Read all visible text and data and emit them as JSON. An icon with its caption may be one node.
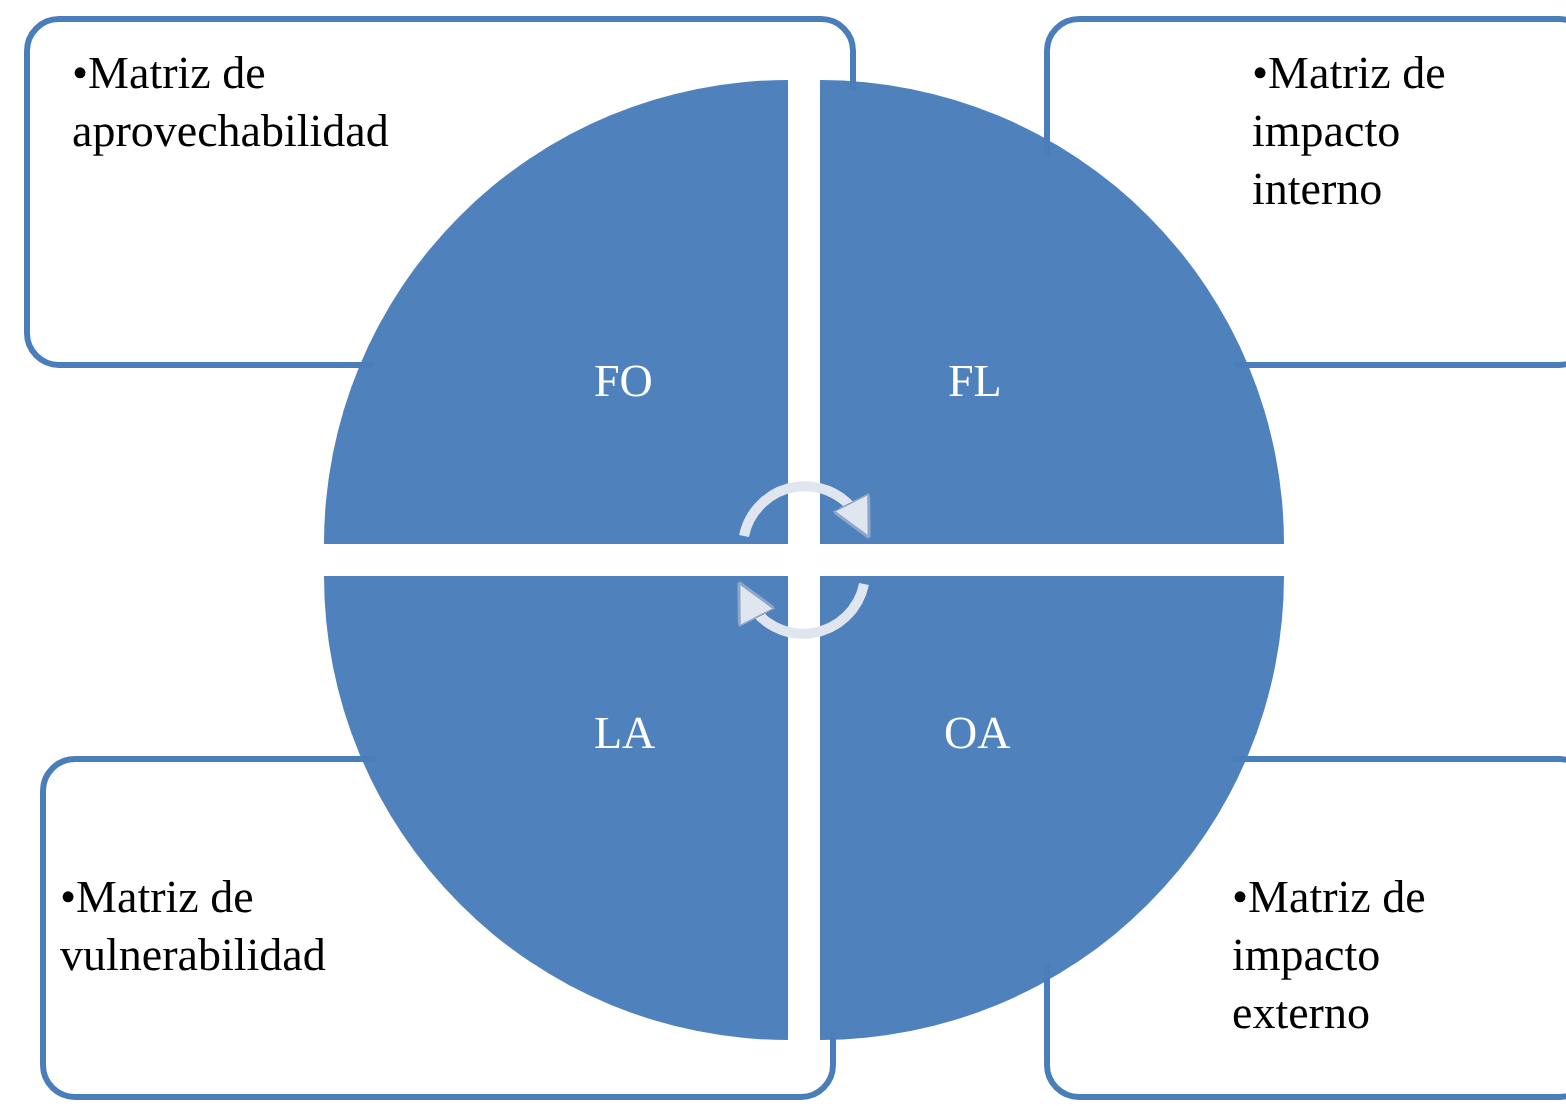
{
  "diagram": {
    "nodes": [
      {
        "text": [
          "•Matriz de aprovechabilidad"
        ]
      },
      {
        "text": [
          "•Matriz de impacto interno"
        ]
      },
      {
        "text": [
          "FO"
        ]
      },
      {
        "text": [
          "FL"
        ]
      },
      {
        "text": [
          "LA"
        ]
      },
      {
        "text": [
          "OA"
        ]
      },
      {
        "text": [
          "•Matriz de vulnerabilidad"
        ]
      },
      {
        "text": [
          "•Matriz de impacto externo"
        ]
      }
    ],
    "edges": [
      {
        "from": 2,
        "to": 3,
        "arrow": "to"
      },
      {
        "from": 5,
        "to": 4,
        "arrow": "to"
      }
    ]
  }
}
